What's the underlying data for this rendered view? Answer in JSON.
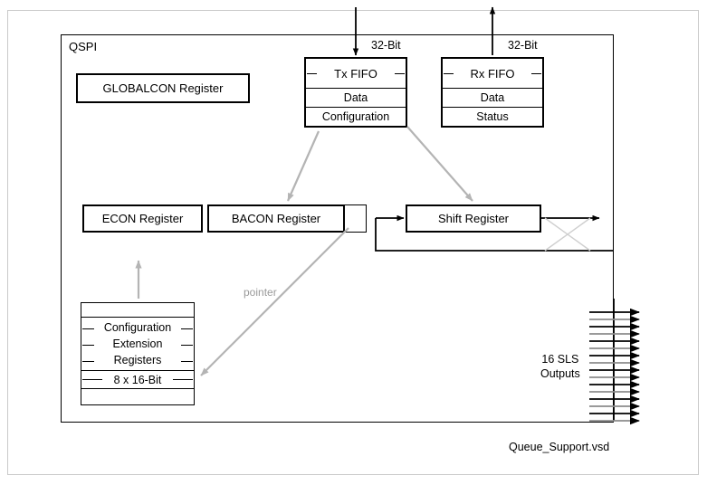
{
  "diagram": {
    "module_label": "QSPI",
    "caption": "Queue_Support.vsd",
    "colors": {
      "line": "#000000",
      "gray_arrow": "#b4b4b4",
      "page_border": "#c9c9c9",
      "background": "#ffffff"
    }
  },
  "blocks": {
    "globalcon": {
      "label": "GLOBALCON Register"
    },
    "econ": {
      "label": "ECON Register"
    },
    "bacon": {
      "label": "BACON Register"
    },
    "shift": {
      "label": "Shift Register"
    },
    "tx_fifo": {
      "title": "Tx FIFO",
      "rows": [
        "Data",
        "Configuration"
      ]
    },
    "rx_fifo": {
      "title": "Rx FIFO",
      "rows": [
        "Data",
        "Status"
      ]
    },
    "config_ext": {
      "line1": "Configuration",
      "line2": "Extension",
      "line3": "Registers",
      "size": "8 x 16-Bit"
    }
  },
  "labels": {
    "bus_width_tx": "32-Bit",
    "bus_width_rx": "32-Bit",
    "pointer": "pointer",
    "sls_line1": "16 SLS",
    "sls_line2": "Outputs"
  }
}
